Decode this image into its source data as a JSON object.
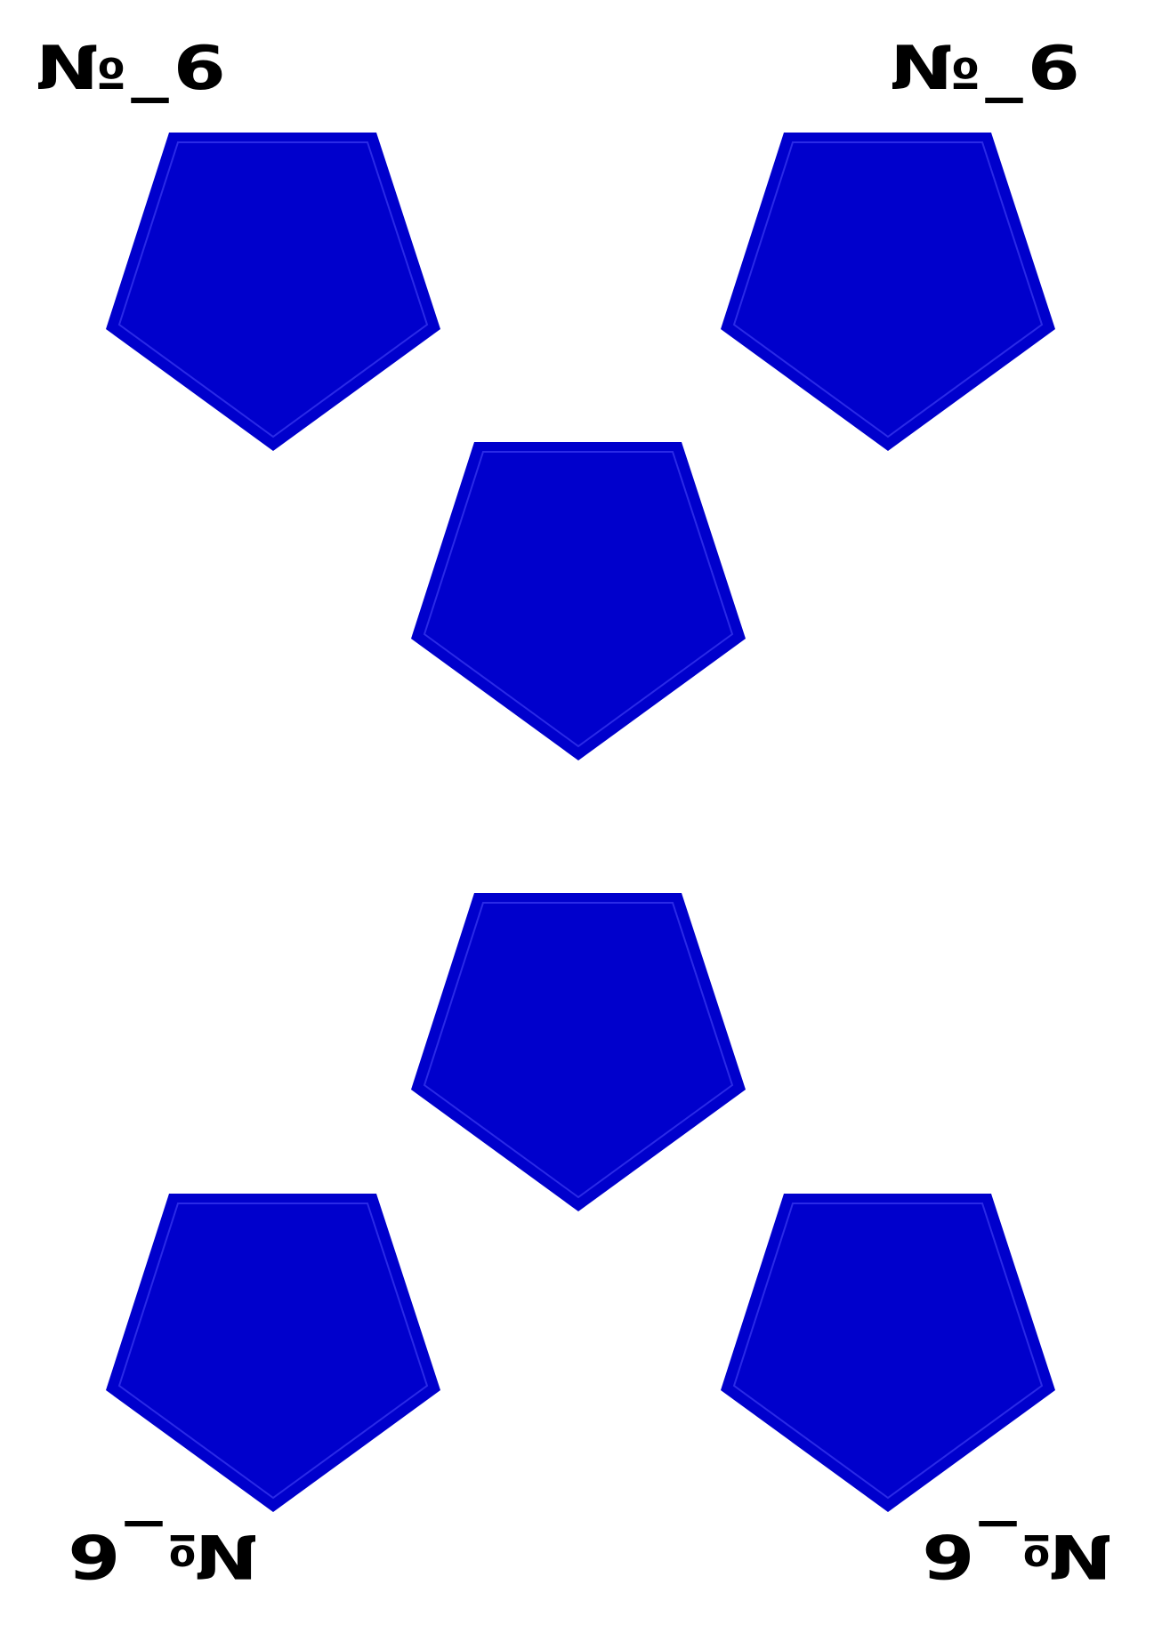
{
  "card": {
    "label": "№_6",
    "pip_count": 6,
    "pip_shape": "pentagon",
    "colors": {
      "pip_fill": "#0000CC",
      "pip_outline": "#0000CC",
      "pip_inner_line": "#2020E0",
      "label": "#000000",
      "background": "#FFFFFF"
    }
  }
}
